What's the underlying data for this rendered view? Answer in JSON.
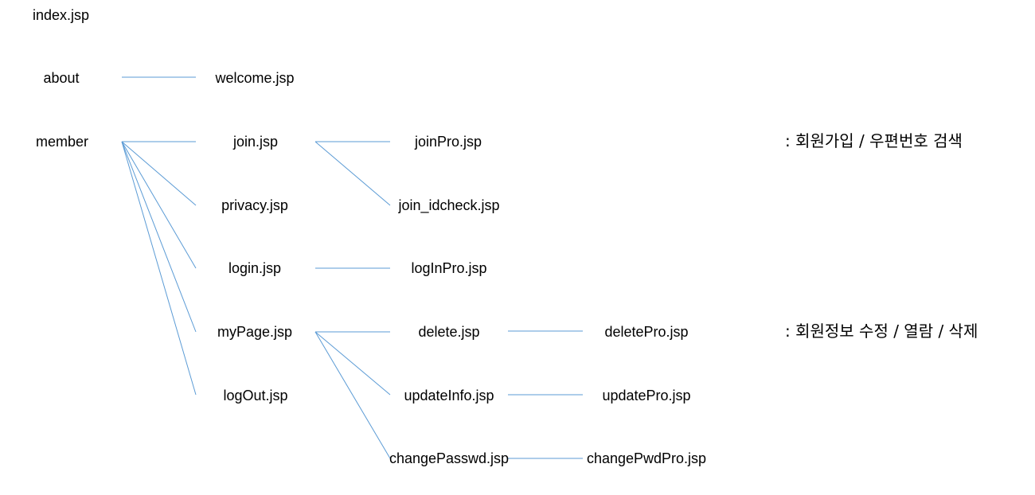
{
  "nodes": {
    "index": "index.jsp",
    "about": "about",
    "welcome": "welcome.jsp",
    "member": "member",
    "join": "join.jsp",
    "joinPro": "joinPro.jsp",
    "join_idcheck": "join_idcheck.jsp",
    "privacy": "privacy.jsp",
    "login": "login.jsp",
    "logInPro": "logInPro.jsp",
    "myPage": "myPage.jsp",
    "delete": "delete.jsp",
    "deletePro": "deletePro.jsp",
    "logOut": "logOut.jsp",
    "updateInfo": "updateInfo.jsp",
    "updatePro": "updatePro.jsp",
    "changePasswd": "changePasswd.jsp",
    "changePwdPro": "changePwdPro.jsp"
  },
  "notes": {
    "join_note": ": 회원가입 / 우편번호 검색",
    "mypage_note": ": 회원정보 수정 / 열람 / 삭제"
  },
  "edges": [
    [
      "about",
      "welcome"
    ],
    [
      "member",
      "join"
    ],
    [
      "member",
      "privacy"
    ],
    [
      "member",
      "login"
    ],
    [
      "member",
      "myPage"
    ],
    [
      "member",
      "logOut"
    ],
    [
      "join",
      "joinPro"
    ],
    [
      "join",
      "join_idcheck"
    ],
    [
      "login",
      "logInPro"
    ],
    [
      "myPage",
      "delete"
    ],
    [
      "myPage",
      "updateInfo"
    ],
    [
      "myPage",
      "changePasswd"
    ],
    [
      "delete",
      "deletePro"
    ],
    [
      "updateInfo",
      "updatePro"
    ],
    [
      "changePasswd",
      "changePwdPro"
    ]
  ],
  "colors": {
    "line": "#5b9bd5",
    "text": "#000000",
    "background": "#ffffff"
  }
}
